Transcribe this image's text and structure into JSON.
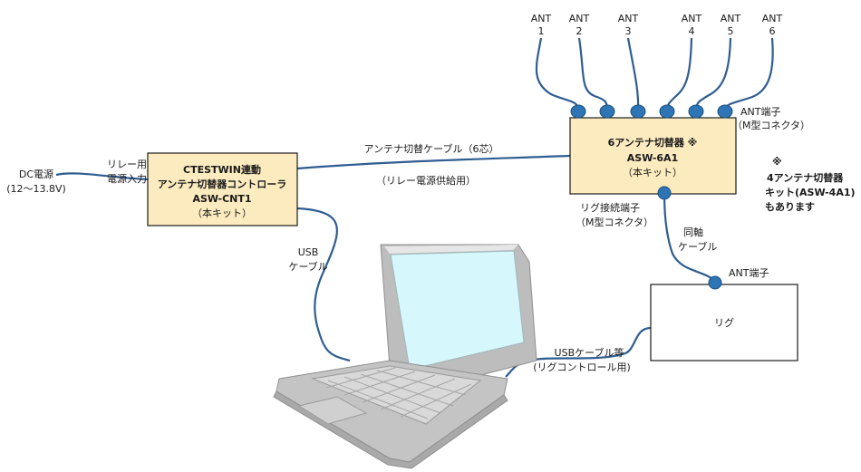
{
  "antennas": [
    {
      "name": "ANT",
      "number": "1"
    },
    {
      "name": "ANT",
      "number": "2"
    },
    {
      "name": "ANT",
      "number": "3"
    },
    {
      "name": "ANT",
      "number": "4"
    },
    {
      "name": "ANT",
      "number": "5"
    },
    {
      "name": "ANT",
      "number": "6"
    }
  ],
  "switch_box": {
    "line1": "6アンテナ切替器 ※",
    "line2": "ASW-6A1",
    "line3": "（本キット）",
    "fill": "#fcebbf"
  },
  "controller_box": {
    "line1": "CTESTWIN連動",
    "line2": "アンテナ切替器コントローラ",
    "line3": "ASW-CNT1",
    "line4": "（本キット）",
    "fill": "#fcebbf"
  },
  "rig_box": {
    "label": "リグ"
  },
  "labels": {
    "ant_terminal_line1": "ANT端子",
    "ant_terminal_line2": "（M型コネクタ）",
    "note_mark": "※",
    "note_line1": "4アンテナ切替器",
    "note_line2": "キット(ASW-4A1)",
    "note_line3": "もあります",
    "dc_line1": "DC電源",
    "dc_line2": "(12～13.8V)",
    "relay_line1": "リレー用",
    "relay_line2": "電源入力",
    "switch_cable_line1": "アンテナ切替ケーブル（6芯）",
    "switch_cable_line2": "（リレー電源供給用）",
    "rig_terminal_line1": "リグ接続端子",
    "rig_terminal_line2": "（M型コネクタ）",
    "coax_line1": "同軸",
    "coax_line2": "ケーブル",
    "rig_ant_terminal": "ANT端子",
    "usb_line1": "USB",
    "usb_line2": "ケーブル",
    "usb2_line1": "USBケーブル等",
    "usb2_line2": "(リグコントロール用)"
  },
  "colors": {
    "cable": "#2f5d91",
    "port": "#2e75b6",
    "screen": "#d6f7fb",
    "laptop_gray": "#c8c8c8"
  }
}
